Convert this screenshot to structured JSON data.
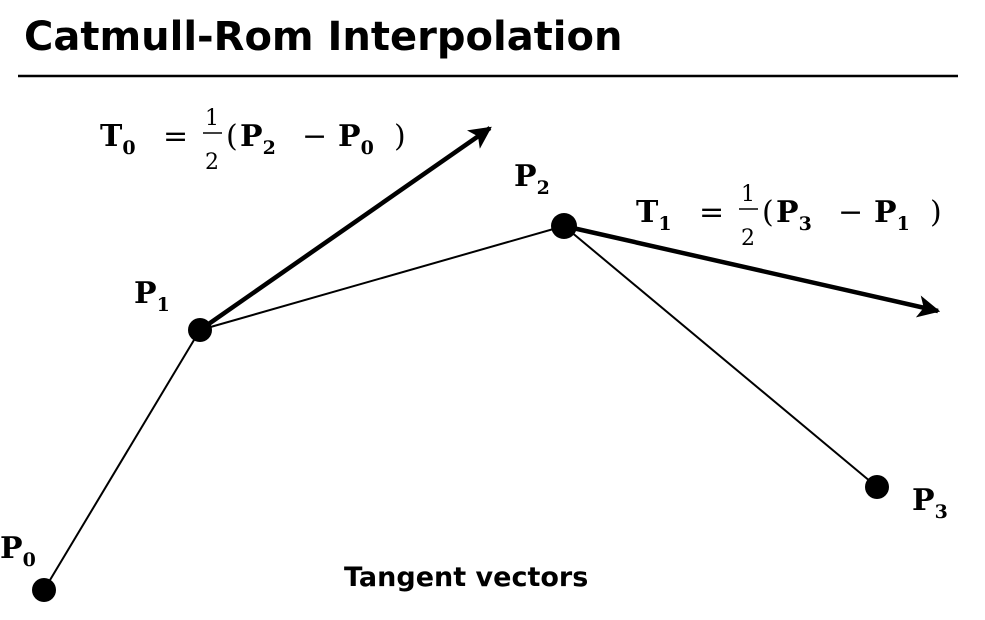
{
  "title": "Catmull-Rom Interpolation",
  "caption": "Tangent vectors",
  "colors": {
    "ink": "#000000",
    "background": "#ffffff"
  },
  "points": [
    {
      "id": "p0",
      "label": "P",
      "sub": "0"
    },
    {
      "id": "p1",
      "label": "P",
      "sub": "1"
    },
    {
      "id": "p2",
      "label": "P",
      "sub": "2"
    },
    {
      "id": "p3",
      "label": "P",
      "sub": "3"
    }
  ],
  "tangents": [
    {
      "id": "t0",
      "name": "T",
      "name_sub": "0",
      "equals": "=",
      "frac_num": "1",
      "frac_den": "2",
      "open": "(",
      "a": "P",
      "a_sub": "2",
      "minus": "−",
      "b": "P",
      "b_sub": "0",
      "close": ")"
    },
    {
      "id": "t1",
      "name": "T",
      "name_sub": "1",
      "equals": "=",
      "frac_num": "1",
      "frac_den": "2",
      "open": "(",
      "a": "P",
      "a_sub": "3",
      "minus": "−",
      "b": "P",
      "b_sub": "1",
      "close": ")"
    }
  ]
}
